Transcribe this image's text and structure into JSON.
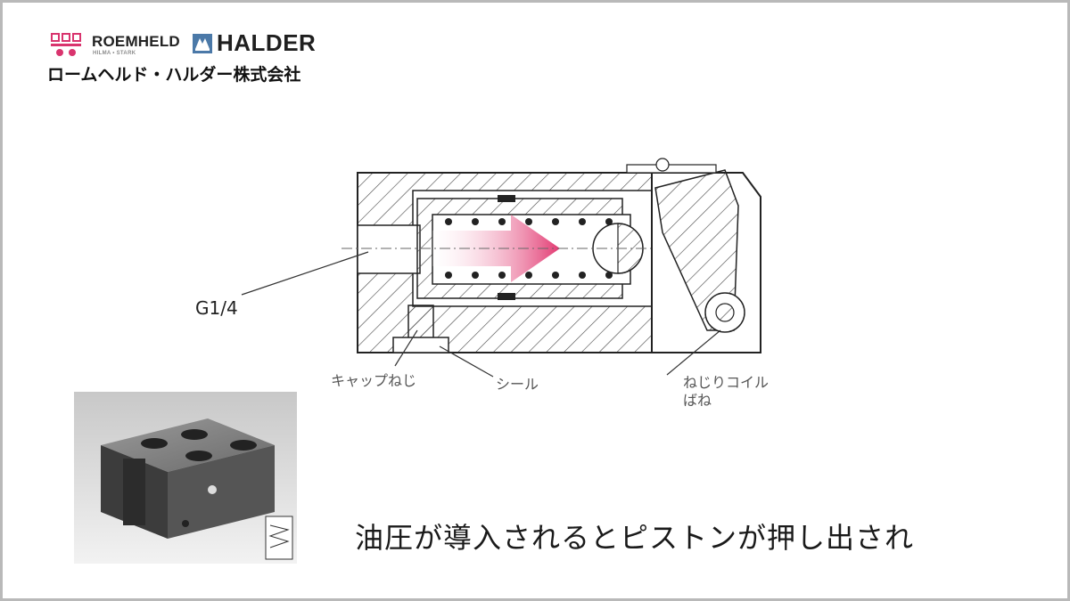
{
  "header": {
    "brand_primary": "ROEMHELD",
    "brand_sub": "HILMA • STARK",
    "brand_secondary": "HALDER",
    "company_name": "ロームヘルド・ハルダー株式会社",
    "colors": {
      "pink_mark": "#d9346e",
      "blue_mark": "#4b79a8"
    }
  },
  "diagram": {
    "labels": {
      "port": "G1/4",
      "cap_screw": "キャップねじ",
      "seal": "シール",
      "coil_spring_line1": "ねじりコイル",
      "coil_spring_line2": "ばね"
    },
    "arrow_color": "#e23a72"
  },
  "caption": "油圧が導入されるとピストンが押し出され"
}
